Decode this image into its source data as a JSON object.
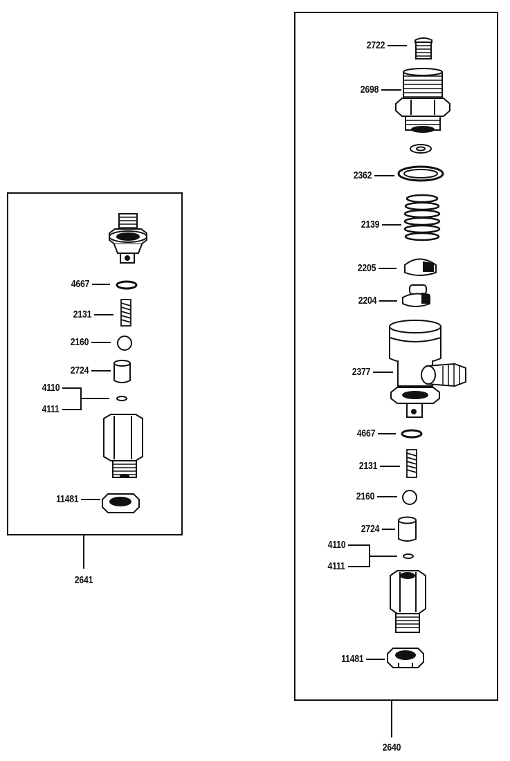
{
  "left_assembly": {
    "assembly_number": "2641",
    "parts": {
      "p4667": "4667",
      "p2131": "2131",
      "p2160": "2160",
      "p2724": "2724",
      "p4110": "4110",
      "p4111": "4111",
      "p11481": "11481"
    }
  },
  "right_assembly": {
    "assembly_number": "2640",
    "parts": {
      "p2722": "2722",
      "p2698": "2698",
      "p2362": "2362",
      "p2139": "2139",
      "p2205": "2205",
      "p2204": "2204",
      "p2377": "2377",
      "p4667": "4667",
      "p2131": "2131",
      "p2160": "2160",
      "p2724": "2724",
      "p4110": "4110",
      "p4111": "4111",
      "p11481": "11481"
    }
  }
}
